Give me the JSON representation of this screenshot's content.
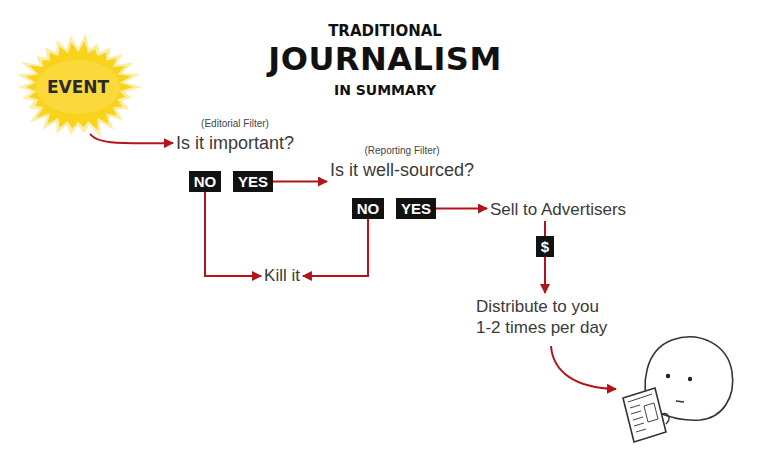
{
  "diagram": {
    "title": "JOURNALISM",
    "nodes": [
      {
        "text": [
          "EVENT"
        ]
      },
      {
        "text": [
          "(Editorial Filter)",
          "Is it important?"
        ]
      },
      {
        "text": [
          "NO"
        ]
      },
      {
        "text": [
          "YES"
        ]
      },
      {
        "text": [
          "(Reporting Filter)",
          "Is it well-sourced?"
        ]
      },
      {
        "text": [
          "NO"
        ]
      },
      {
        "text": [
          "YES"
        ]
      },
      {
        "text": [
          "Sell to Advertisers"
        ]
      },
      {
        "text": [
          "$"
        ]
      },
      {
        "text": [
          "Kill it"
        ]
      },
      {
        "text": [
          "Distribute to you 1-2 times per day"
        ]
      }
    ],
    "edges": [
      {
        "from": 0,
        "to": 1,
        "arrow": "to"
      },
      {
        "from": 3,
        "to": 4,
        "arrow": "to"
      },
      {
        "from": 2,
        "to": 9,
        "arrow": "to"
      },
      {
        "from": 5,
        "to": 9,
        "arrow": "to"
      },
      {
        "from": 6,
        "to": 7,
        "arrow": "to"
      },
      {
        "from": 7,
        "to": 8,
        "arrow": "none"
      },
      {
        "from": 8,
        "to": 10,
        "arrow": "to"
      }
    ],
    "labels": [
      "TRADITIONAL",
      "IN SUMMARY"
    ]
  }
}
